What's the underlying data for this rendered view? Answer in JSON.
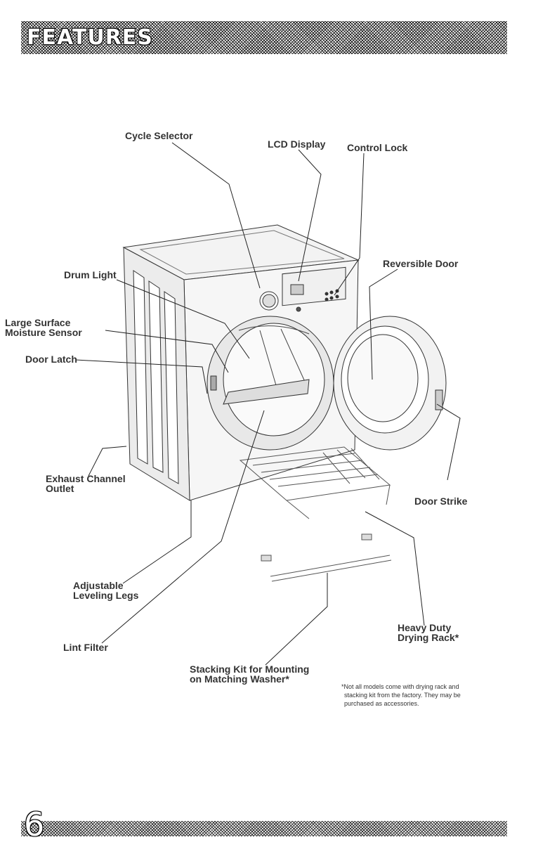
{
  "header": {
    "title": "FEATURES"
  },
  "labels": {
    "cycle_selector": "Cycle Selector",
    "lcd_display": "LCD Display",
    "control_lock": "Control Lock",
    "reversible_door": "Reversible Door",
    "drum_light": "Drum Light",
    "large_surface_line1": "Large Surface",
    "large_surface_line2": "Moisture Sensor",
    "door_latch": "Door Latch",
    "exhaust_line1": "Exhaust Channel",
    "exhaust_line2": "Outlet",
    "door_strike": "Door Strike",
    "adjustable_line1": "Adjustable",
    "adjustable_line2": "Leveling Legs",
    "heavy_duty_line1": "Heavy Duty",
    "heavy_duty_line2": "Drying Rack*",
    "lint_filter": "Lint Filter",
    "stacking_line1": "Stacking Kit for Mounting",
    "stacking_line2": "on Matching Washer*"
  },
  "footnote": {
    "line1": "*Not all models come with drying rack and",
    "line2": "stacking kit from the factory. They may be",
    "line3": "purchased as accessories."
  },
  "page_number": "6"
}
